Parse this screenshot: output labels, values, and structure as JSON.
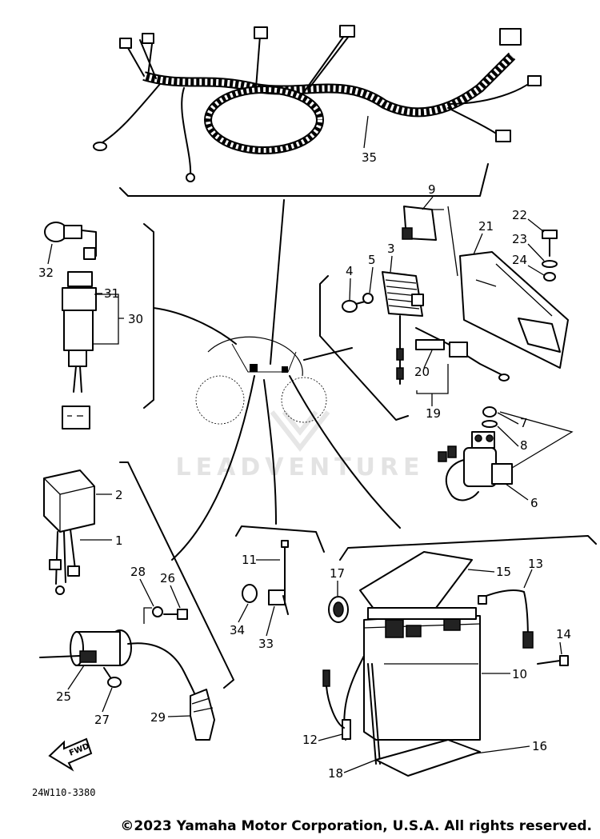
{
  "watermark": "LEADVENTURE",
  "diagram_code": "24W110-3380",
  "fwd_label": "FWD",
  "copyright": "©2023 Yamaha Motor Corporation, U.S.A. All rights reserved.",
  "callouts": {
    "c1": "1",
    "c2": "2",
    "c3": "3",
    "c4": "4",
    "c5": "5",
    "c6": "6",
    "c7": "7",
    "c8": "8",
    "c9": "9",
    "c10": "10",
    "c11": "11",
    "c12": "12",
    "c13": "13",
    "c14": "14",
    "c15": "15",
    "c16": "16",
    "c17": "17",
    "c18": "18",
    "c19": "19",
    "c20": "20",
    "c21": "21",
    "c22": "22",
    "c23": "23",
    "c24": "24",
    "c25": "25",
    "c26": "26",
    "c27": "27",
    "c28": "28",
    "c29": "29",
    "c30": "30",
    "c31": "31",
    "c32": "32",
    "c33": "33",
    "c34": "34",
    "c35": "35"
  }
}
